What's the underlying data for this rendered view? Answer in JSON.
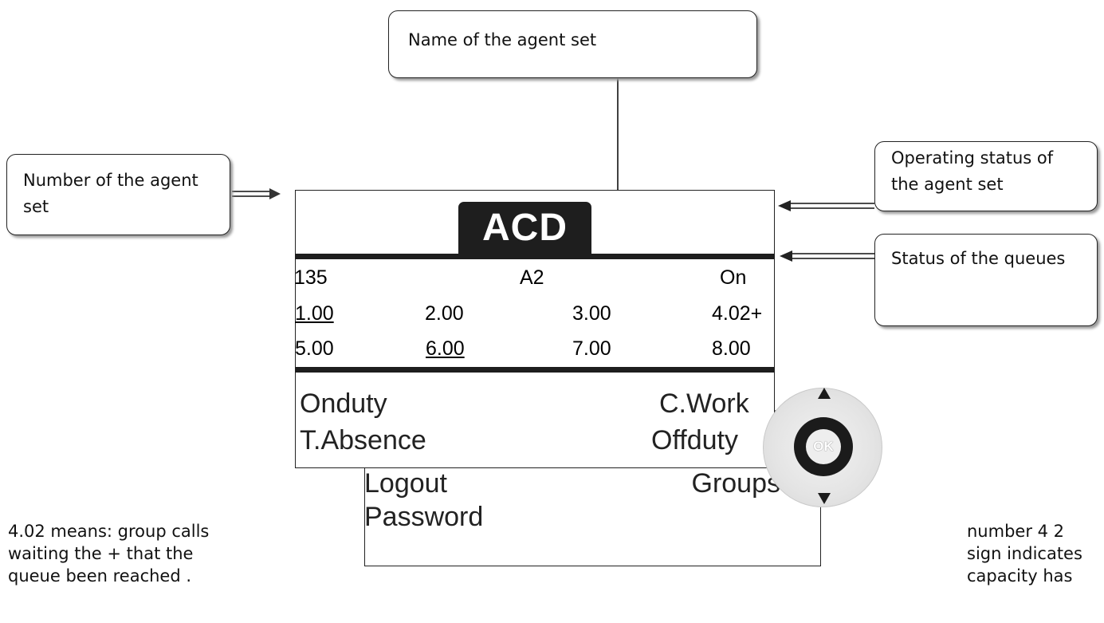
{
  "callouts": {
    "name": "Name of the agent set",
    "number": "Number of the agent set",
    "operating": "Operating status of the agent set",
    "queues": "Status of the queues"
  },
  "display": {
    "tab": "ACD",
    "row1": {
      "number": "135",
      "name": "A2",
      "status": "On"
    },
    "queues_row1": [
      "1.00",
      "2.00",
      "3.00",
      "4.02+"
    ],
    "queues_row2": [
      "5.00",
      "6.00",
      "7.00",
      "8.00"
    ],
    "menu": {
      "onduty": "Onduty",
      "cwork": "C.Work",
      "tabsence": "T.Absence",
      "offduty": "Offduty",
      "logout": "Logout",
      "groups": "Groups",
      "password": "Password"
    },
    "ok_key": "OK"
  },
  "notes": {
    "left": "4.02 means: group calls waiting the + that the queue been reached .",
    "right": "number 4 2 sign indicates capacity has"
  }
}
